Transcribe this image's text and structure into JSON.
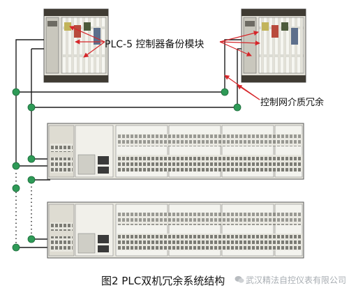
{
  "labels": {
    "backup_module": "PLC-5 控制器备份模块",
    "network_redundancy": "控制网介质冗余"
  },
  "caption": "图2 PLC双机冗余系统结构",
  "watermark": "武汉精法自控仪表有限公司",
  "colors": {
    "wire": "#1b1b1b",
    "arrow": "#d6262a",
    "node": "#2e9a57",
    "rack": "#e8e7df",
    "rack_dark": "#3a3a3a",
    "module": "#f3f3ee",
    "caption": "#111111"
  },
  "icons": {
    "node": "green-network-node",
    "arrow": "red-arrow",
    "watermark_logo": "wechat-logo"
  }
}
